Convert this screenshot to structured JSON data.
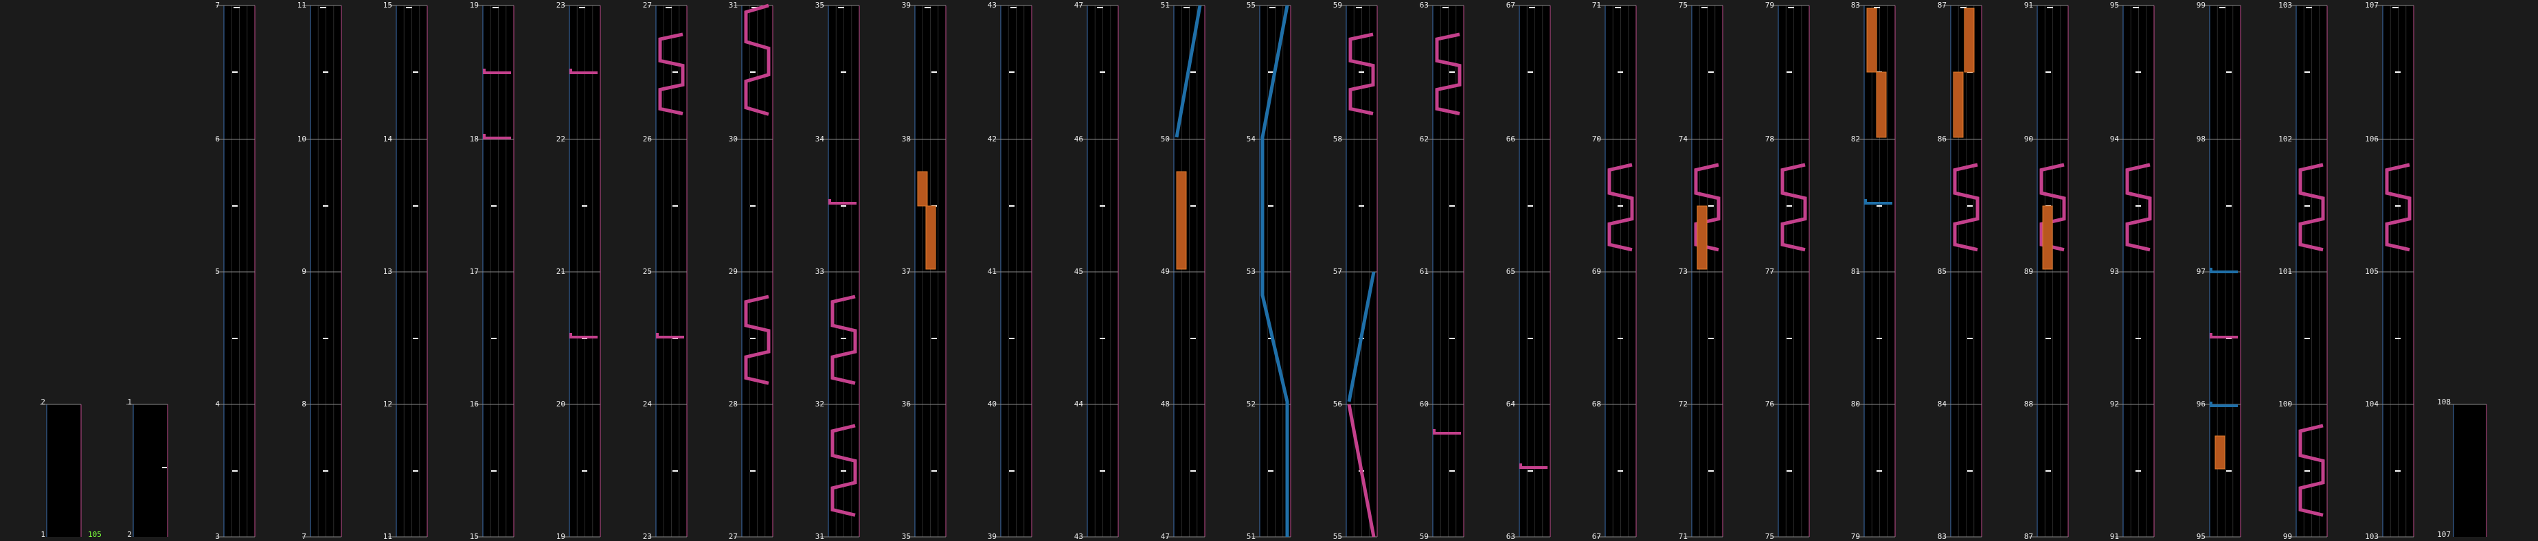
{
  "colors": {
    "background": "#1b1b1b",
    "lane_fill": "#000000",
    "lane_border_left": "#3d6fb0",
    "lane_border_right": "#c24b8c",
    "grid": "#2a2a2a",
    "note": "#ffffff",
    "hold_orange": "#b8581e",
    "slide_pink": "#c4408c",
    "slide_blue": "#1f6fa8",
    "label": "#e8e8e8",
    "accent_green": "#7cff3c"
  },
  "footer_value": "105",
  "measure_labels": {
    "r0": [
      "7",
      "11",
      "15",
      "19",
      "23",
      "27",
      "31",
      "35",
      "39",
      "43",
      "47",
      "51",
      "55",
      "59",
      "63",
      "67",
      "71",
      "75",
      "79",
      "83",
      "87",
      "91",
      "95",
      "99",
      "103",
      "107"
    ],
    "r1": [
      "6",
      "10",
      "14",
      "18",
      "22",
      "26",
      "30",
      "34",
      "38",
      "42",
      "46",
      "50",
      "54",
      "58",
      "62",
      "66",
      "70",
      "74",
      "78",
      "82",
      "86",
      "90",
      "94",
      "98",
      "102",
      "106"
    ],
    "r2": [
      "5",
      "9",
      "13",
      "17",
      "21",
      "25",
      "29",
      "33",
      "37",
      "41",
      "45",
      "49",
      "53",
      "57",
      "61",
      "65",
      "69",
      "73",
      "77",
      "81",
      "85",
      "89",
      "93",
      "97",
      "101",
      "105"
    ],
    "r3": [
      "4",
      "8",
      "12",
      "16",
      "20",
      "24",
      "28",
      "32",
      "36",
      "40",
      "44",
      "48",
      "52",
      "56",
      "60",
      "64",
      "68",
      "72",
      "76",
      "80",
      "84",
      "88",
      "92",
      "96",
      "100",
      "104"
    ],
    "r4": [
      "3",
      "7",
      "11",
      "15",
      "19",
      "23",
      "27",
      "31",
      "35",
      "39",
      "43",
      "47",
      "51",
      "55",
      "59",
      "63",
      "67",
      "71",
      "75",
      "79",
      "83",
      "87",
      "91",
      "95",
      "99",
      "103"
    ]
  },
  "left_columns": {
    "top": [
      "2",
      "1"
    ],
    "bottom": [
      "1",
      "2"
    ]
  },
  "right_column": {
    "top": "108",
    "bottom": "107"
  }
}
